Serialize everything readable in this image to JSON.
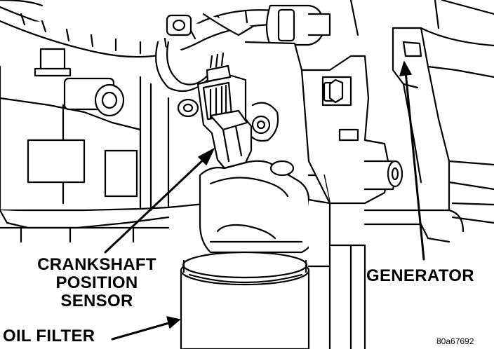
{
  "labels": {
    "crankshaft_sensor": [
      "CRANKSHAFT",
      "POSITION",
      "SENSOR"
    ],
    "generator": "GENERATOR",
    "oil_filter": "OIL FILTER",
    "figure_code": "80a67692"
  },
  "colors": {
    "ink": "#000000",
    "paper": "#ffffff"
  }
}
